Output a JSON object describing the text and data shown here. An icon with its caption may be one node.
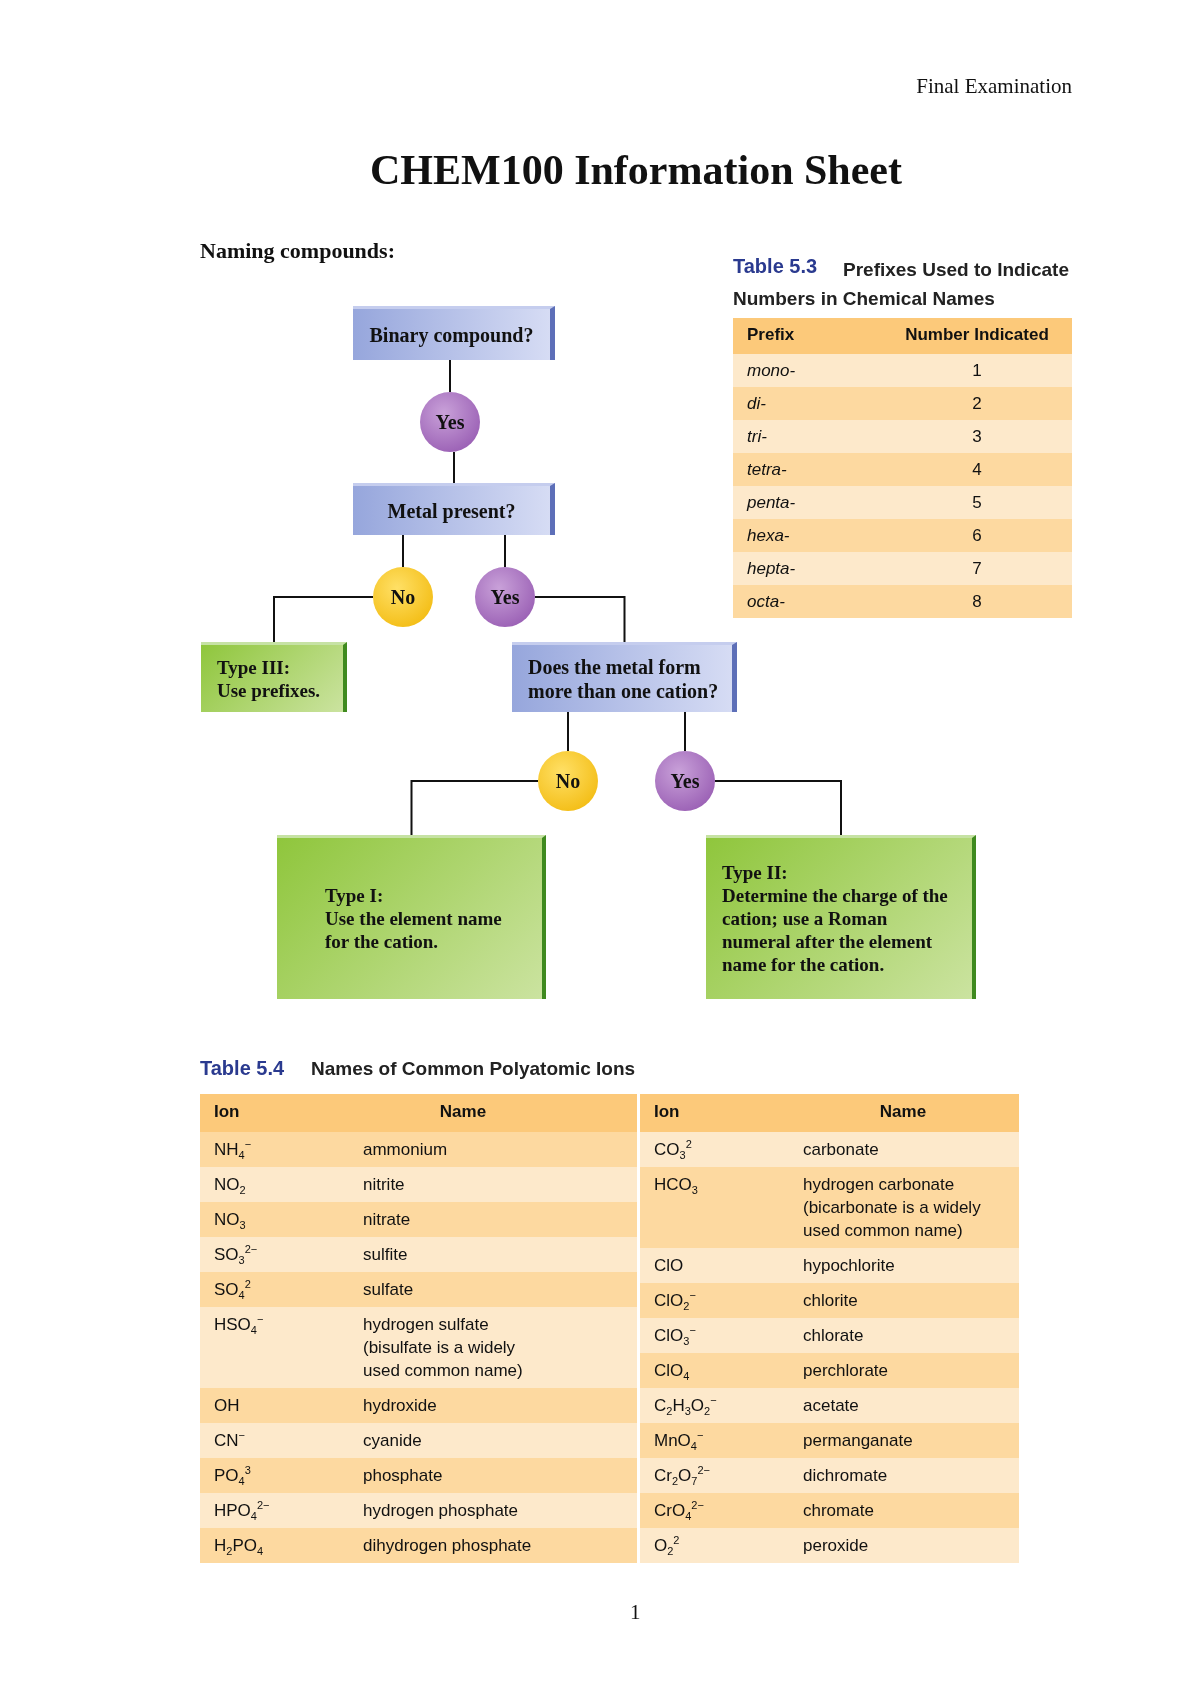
{
  "diagram": {
    "title": "CHEM100 Information Sheet",
    "nodes": [
      {
        "text": [
          "Binary compound?"
        ]
      },
      {
        "text": [
          "Yes"
        ]
      },
      {
        "text": [
          "Metal present?"
        ]
      },
      {
        "text": [
          "No"
        ]
      },
      {
        "text": [
          "Yes"
        ]
      },
      {
        "text": [
          "Type III:",
          "Use prefixes."
        ]
      },
      {
        "text": [
          "Does the metal form more than one cation?"
        ]
      },
      {
        "text": [
          "No"
        ]
      },
      {
        "text": [
          "Yes"
        ]
      },
      {
        "text": [
          "Type I:",
          "Use the element name for the cation."
        ]
      },
      {
        "text": [
          "Type II:",
          "Determine the charge of the cation; use a Roman numeral after the element name for the cation."
        ]
      }
    ],
    "edges": [
      {
        "from": 0,
        "to": 1,
        "arrow": "none"
      },
      {
        "from": 1,
        "to": 2,
        "arrow": "none"
      },
      {
        "from": 2,
        "to": 3,
        "arrow": "none"
      },
      {
        "from": 2,
        "to": 4,
        "arrow": "none"
      },
      {
        "from": 3,
        "to": 5,
        "arrow": "none"
      },
      {
        "from": 4,
        "to": 6,
        "arrow": "none"
      },
      {
        "from": 6,
        "to": 7,
        "arrow": "none"
      },
      {
        "from": 6,
        "to": 8,
        "arrow": "none"
      },
      {
        "from": 7,
        "to": 9,
        "arrow": "none"
      },
      {
        "from": 8,
        "to": 10,
        "arrow": "none"
      }
    ],
    "labels": [
      "Final Examination",
      "Naming compounds:",
      "Table 5.3",
      "Prefixes Used to Indicate Numbers in Chemical Names",
      "Prefix",
      "Number Indicated",
      "mono-",
      "1",
      "di-",
      "2",
      "tri-",
      "3",
      "tetra-",
      "4",
      "penta-",
      "5",
      "hexa-",
      "6",
      "hepta-",
      "7",
      "octa-",
      "8",
      "Table 5.4",
      "Names of Common Polyatomic Ions",
      "Ion",
      "Name",
      "Ion",
      "Name",
      "NH$_{4}$$^{−}$",
      "ammonium",
      "NO$_{2}$",
      "nitrite",
      "NO$_{3}$",
      "nitrate",
      "SO$_{3}$$^{2−}$",
      "sulfite",
      "SO$_{4}$$^{2}$",
      "sulfate",
      "HSO$_{4}$$^{−}$",
      "hydrogen sulfate (bisulfate is a widely used common name)",
      "OH",
      "hydroxide",
      "CN$^{−}$",
      "cyanide",
      "PO$_{4}$$^{3}$",
      "phosphate",
      "HPO$_{4}$$^{2−}$",
      "hydrogen phosphate",
      "H$_{2}$PO$_{4}$",
      "dihydrogen phosphate",
      "CO$_{3}$$^{2}$",
      "carbonate",
      "HCO$_{3}$",
      "hydrogen carbonate (bicarbonate is a widely used common name)",
      "ClO",
      "hypochlorite",
      "ClO$_{2}$$^{−}$",
      "chlorite",
      "ClO$_{3}$$^{−}$",
      "chlorate",
      "ClO$_{4}$",
      "perchlorate",
      "C$_{2}$H$_{3}$O$_{2}$$^{−}$",
      "acetate",
      "MnO$_{4}$$^{−}$",
      "permanganate",
      "Cr$_{2}$O$_{7}$$^{2−}$",
      "dichromate",
      "CrO$_{4}$$^{2−}$",
      "chromate",
      "O$_{2}$$^{2}$",
      "peroxide",
      "1"
    ]
  }
}
